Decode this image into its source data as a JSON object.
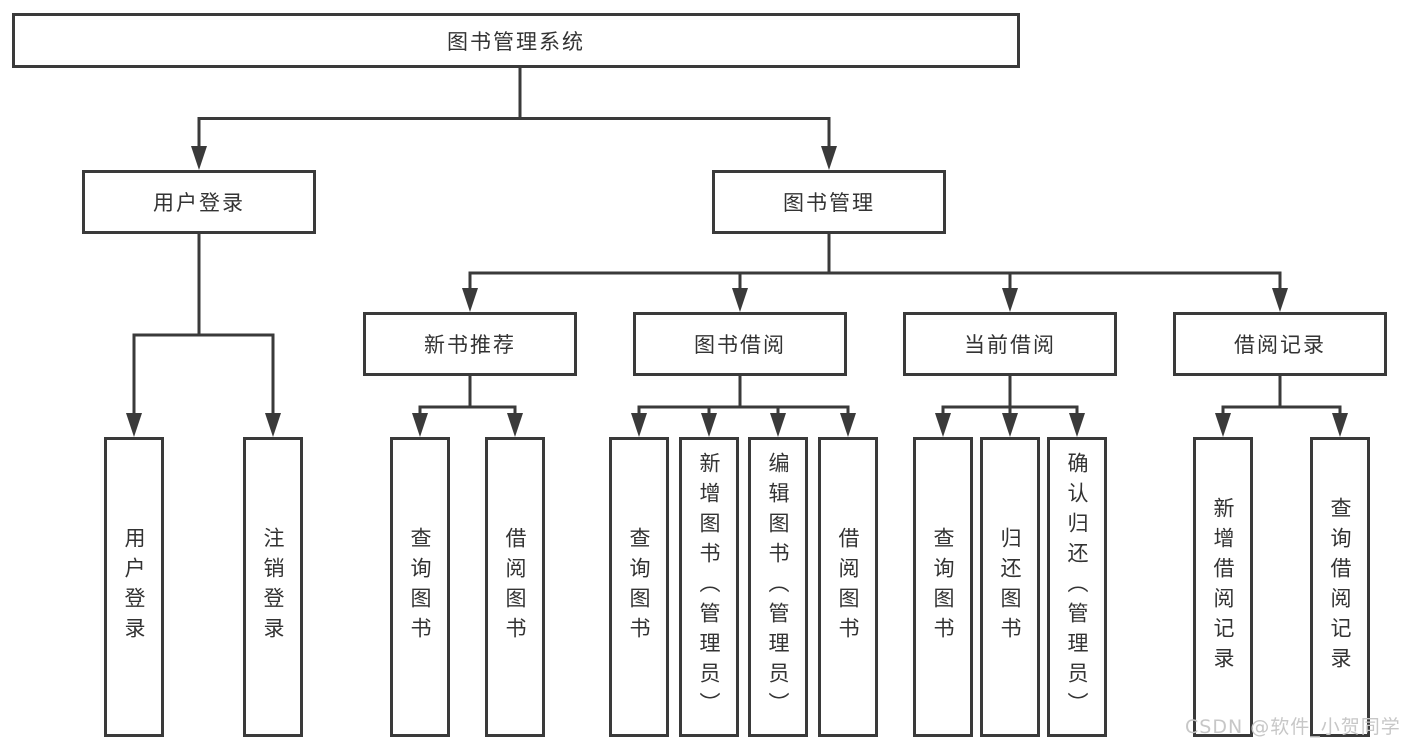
{
  "colors": {
    "line": "#3a3a3a",
    "node_text": "#333333",
    "background": "#ffffff",
    "watermark_text_color": "#c7c7c7"
  },
  "diagram": {
    "root": {
      "label": "图书管理系统"
    },
    "branches": [
      {
        "label": "用户登录",
        "children": [
          "用户登录",
          "注销登录"
        ]
      },
      {
        "label": "图书管理",
        "sections": [
          {
            "label": "新书推荐",
            "children": [
              "查询图书",
              "借阅图书"
            ]
          },
          {
            "label": "图书借阅",
            "children": [
              "查询图书",
              "新增图书（管理员）",
              "编辑图书（管理员）",
              "借阅图书"
            ]
          },
          {
            "label": "当前借阅",
            "children": [
              "查询图书",
              "归还图书",
              "确认归还（管理员）"
            ]
          },
          {
            "label": "借阅记录",
            "children": [
              "新增借阅记录",
              "查询借阅记录"
            ]
          }
        ]
      }
    ]
  },
  "watermark": {
    "text": "CSDN @软件_小贺同学"
  }
}
